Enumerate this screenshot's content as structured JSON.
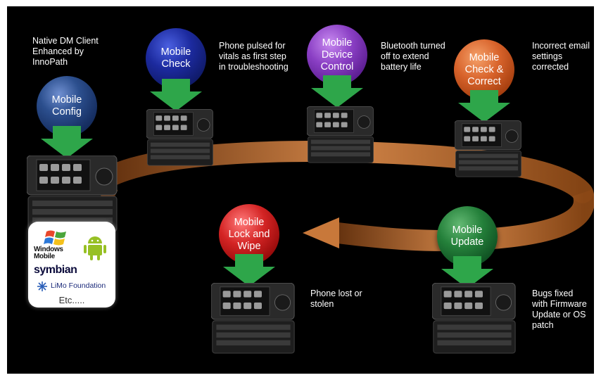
{
  "colors": {
    "background": "#000000",
    "arrow_orange": "#c8783a",
    "connector_green": "#2ea64a"
  },
  "platforms": {
    "windows_mobile": "Windows Mobile",
    "symbian": "symbian",
    "limo": "LiMo Foundation",
    "etc": "Etc....."
  },
  "steps": [
    {
      "label": "Mobile\nConfig",
      "color": "blue",
      "note": "Native DM Client\nEnhanced by\nInnoPath"
    },
    {
      "label": "Mobile\nCheck",
      "color": "navy",
      "note": "Phone pulsed for\nvitals as first step\nin troubleshooting"
    },
    {
      "label": "Mobile\nDevice\nControl",
      "color": "purple",
      "note": "Bluetooth turned\noff to extend\nbattery life"
    },
    {
      "label": "Mobile\nCheck &\nCorrect",
      "color": "orange",
      "note": "Incorrect email\nsettings\ncorrected"
    },
    {
      "label": "Mobile\nLock and\nWipe",
      "color": "red",
      "note": "Phone lost or\nstolen"
    },
    {
      "label": "Mobile\nUpdate",
      "color": "green",
      "note": "Bugs fixed\nwith Firmware\nUpdate or OS\npatch"
    }
  ]
}
